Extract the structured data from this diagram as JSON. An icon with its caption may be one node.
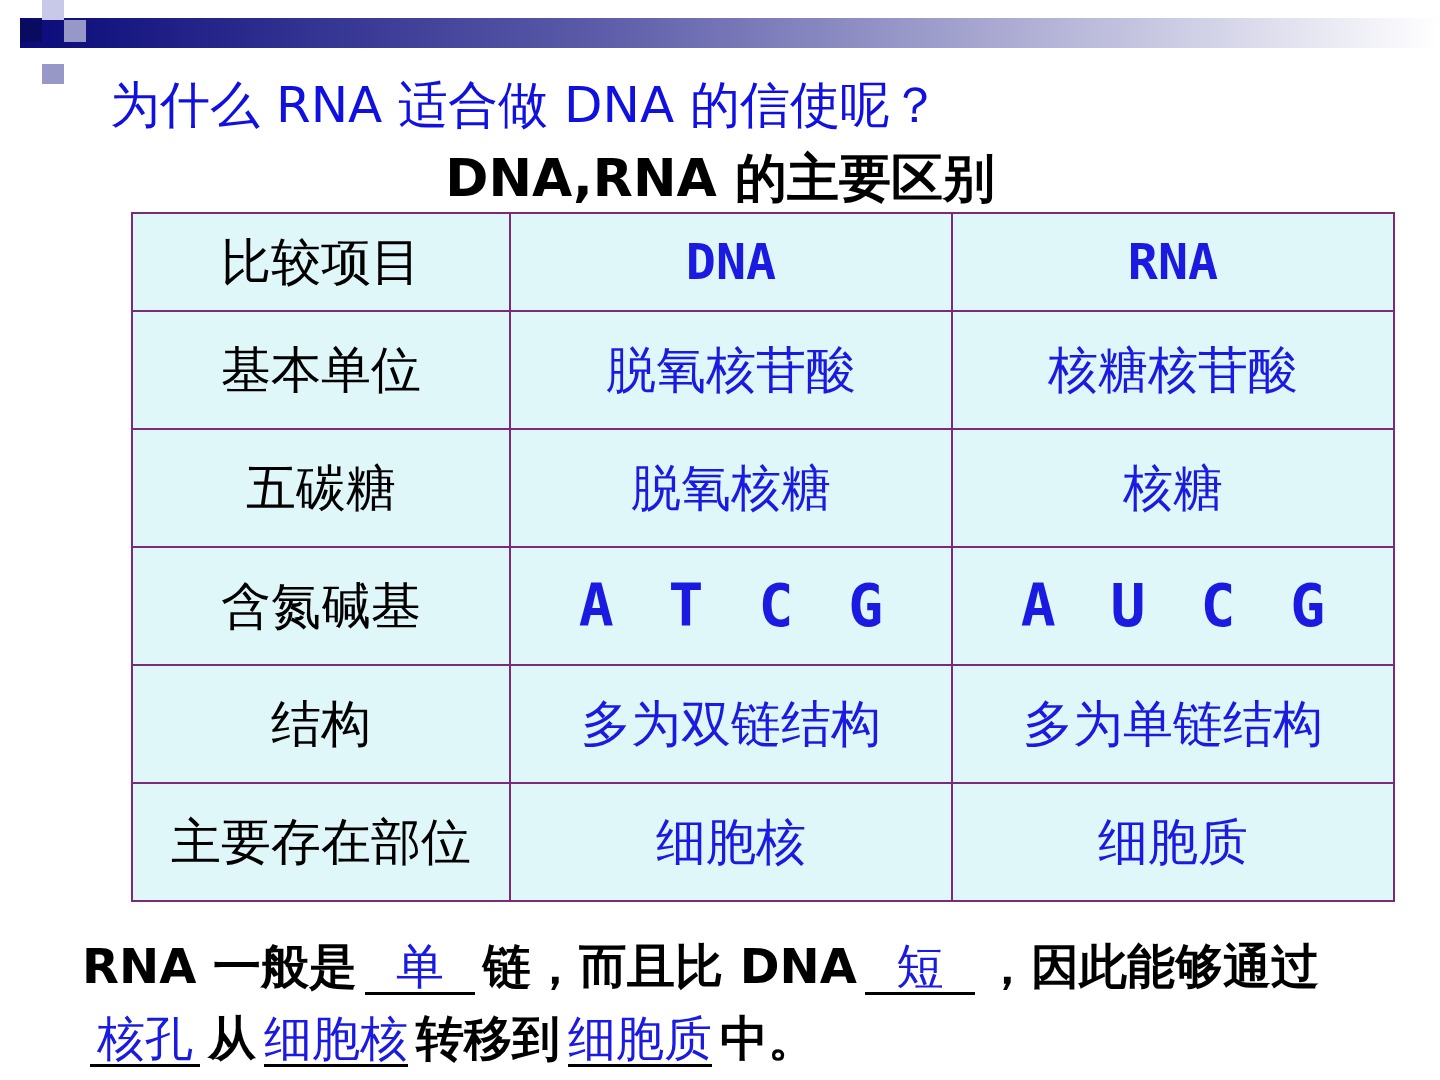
{
  "diagram": {
    "title": "为什么 RNA 适合做 DNA 的信使呢？",
    "labels": [
      "DNA,RNA  的主要区别",
      "比较项目",
      "DNA",
      "RNA",
      "基本单位",
      "脱氧核苷酸",
      "核糖核苷酸",
      "五碳糖",
      "脱氧核糖",
      "核糖",
      "含氮碱基",
      "A T C G",
      "A U C G",
      "结构",
      "多为双链结构",
      "多为单链结构",
      "主要存在部位",
      "细胞核",
      "细胞质",
      "RNA 一般是",
      "单",
      "链，而且比 DNA",
      "短",
      "，因此能够通过",
      "核孔",
      "从",
      "细胞核",
      "转移到",
      "细胞质",
      "中。"
    ]
  }
}
